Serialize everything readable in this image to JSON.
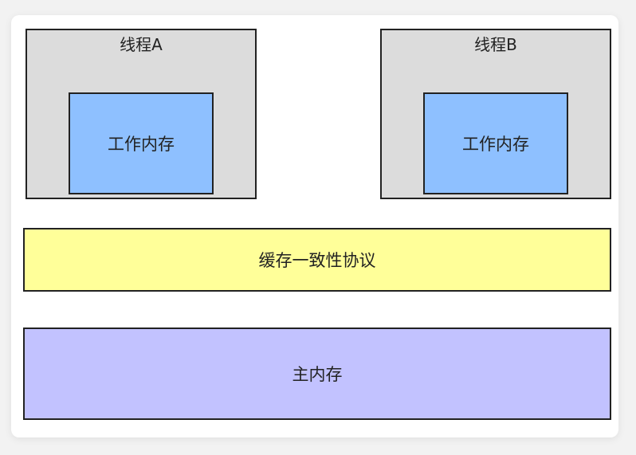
{
  "thread_a": {
    "label": "线程A",
    "work_memory_label": "工作内存"
  },
  "thread_b": {
    "label": "线程B",
    "work_memory_label": "工作内存"
  },
  "cache_coherence": {
    "label": "缓存一致性协议"
  },
  "main_memory": {
    "label": "主内存"
  },
  "colors": {
    "thread_fill": "#dcdcdc",
    "work_memory_fill": "#8ec0ff",
    "cache_fill": "#ffff99",
    "main_memory_fill": "#c2c2ff",
    "border": "#222222"
  }
}
